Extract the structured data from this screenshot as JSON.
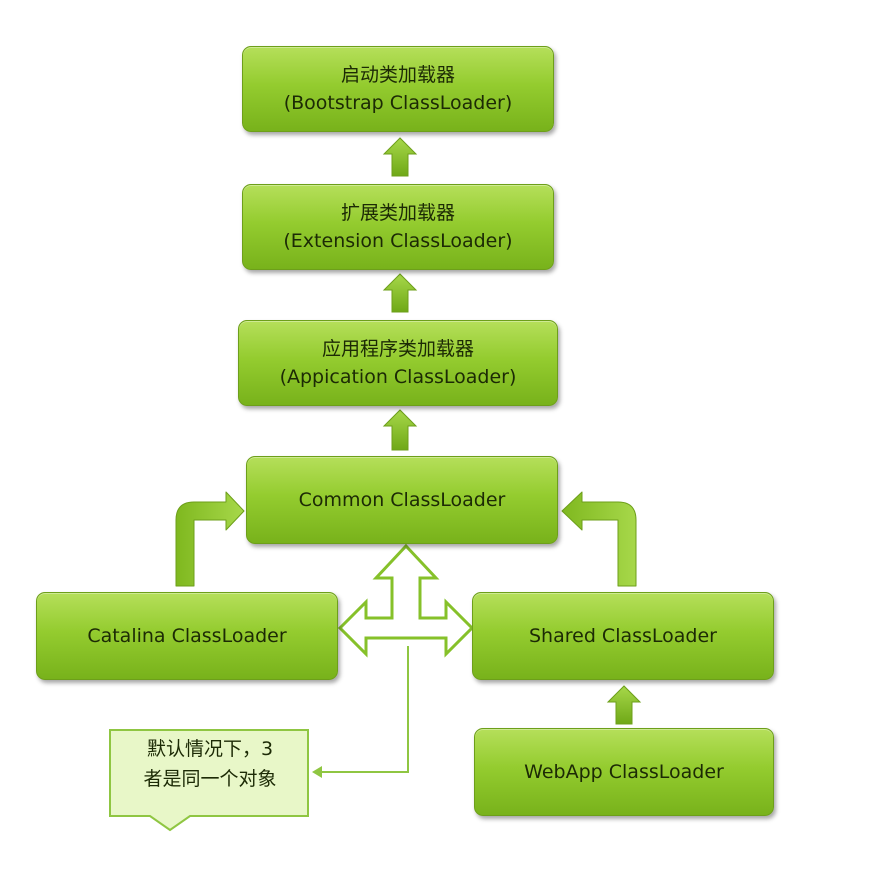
{
  "nodes": {
    "bootstrap": {
      "title": "启动类加载器",
      "subtitle": "(Bootstrap ClassLoader)"
    },
    "extension": {
      "title": "扩展类加载器",
      "subtitle": "(Extension ClassLoader)"
    },
    "application": {
      "title": "应用程序类加载器",
      "subtitle": "(Appication ClassLoader)"
    },
    "common": {
      "label": "Common ClassLoader"
    },
    "catalina": {
      "label": "Catalina ClassLoader"
    },
    "shared": {
      "label": "Shared ClassLoader"
    },
    "webapp": {
      "label": "WebApp ClassLoader"
    }
  },
  "callout": {
    "line1": "默认情况下，3",
    "line2": "者是同一个对象"
  },
  "colors": {
    "node_fill_top": "#b5df5a",
    "node_fill_bottom": "#78b21b",
    "arrow_fill": "#86c12a",
    "callout_fill": "#e8f7c8",
    "callout_border": "#8fc642",
    "text": "#1c2a05"
  },
  "icons": {
    "hierarchy_arrow": "arrow-up-icon",
    "bent_arrow": "bent-arrow-icon",
    "tri_arrow": "tri-directional-arrow-icon",
    "callout": "callout-shape"
  }
}
